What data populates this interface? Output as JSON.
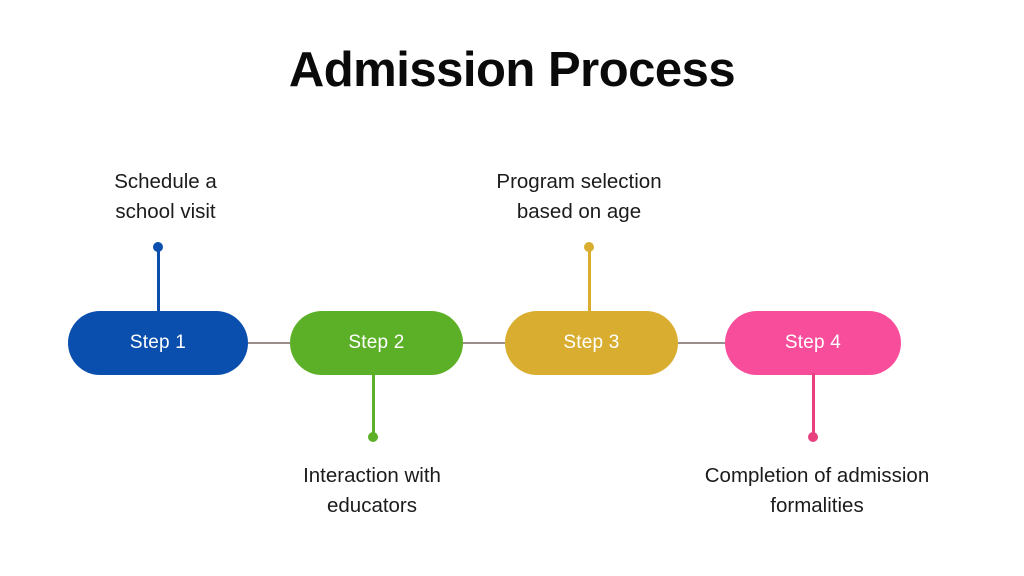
{
  "slide": {
    "title": "Admission Process",
    "background_color": "#ffffff",
    "connector_line_color": "#9c8d8d"
  },
  "chart_data": {
    "type": "diagram",
    "subtype": "horizontal-process-flow",
    "title": "Admission Process",
    "step_count": 4,
    "orientation": "horizontal",
    "label_placement": "alternating above/below",
    "steps": [
      {
        "id": "step-1",
        "pill_label": "Step 1",
        "description": "Schedule a\nschool visit",
        "description_lines": [
          "Schedule a",
          "school visit"
        ],
        "color": "#0b4fae",
        "label_position": "above"
      },
      {
        "id": "step-2",
        "pill_label": "Step 2",
        "description": "Interaction with\neducators",
        "description_lines": [
          "Interaction with",
          "educators"
        ],
        "color": "#5cb027",
        "label_position": "below"
      },
      {
        "id": "step-3",
        "pill_label": "Step 3",
        "description": "Program selection\nbased on age",
        "description_lines": [
          "Program selection",
          "based on age"
        ],
        "color": "#d9ae30",
        "label_position": "above"
      },
      {
        "id": "step-4",
        "pill_label": "Step 4",
        "description": "Completion of admission\nformalities",
        "description_lines": [
          "Completion of admission",
          "formalities"
        ],
        "color": "#f84d9b",
        "label_position": "below"
      }
    ]
  }
}
